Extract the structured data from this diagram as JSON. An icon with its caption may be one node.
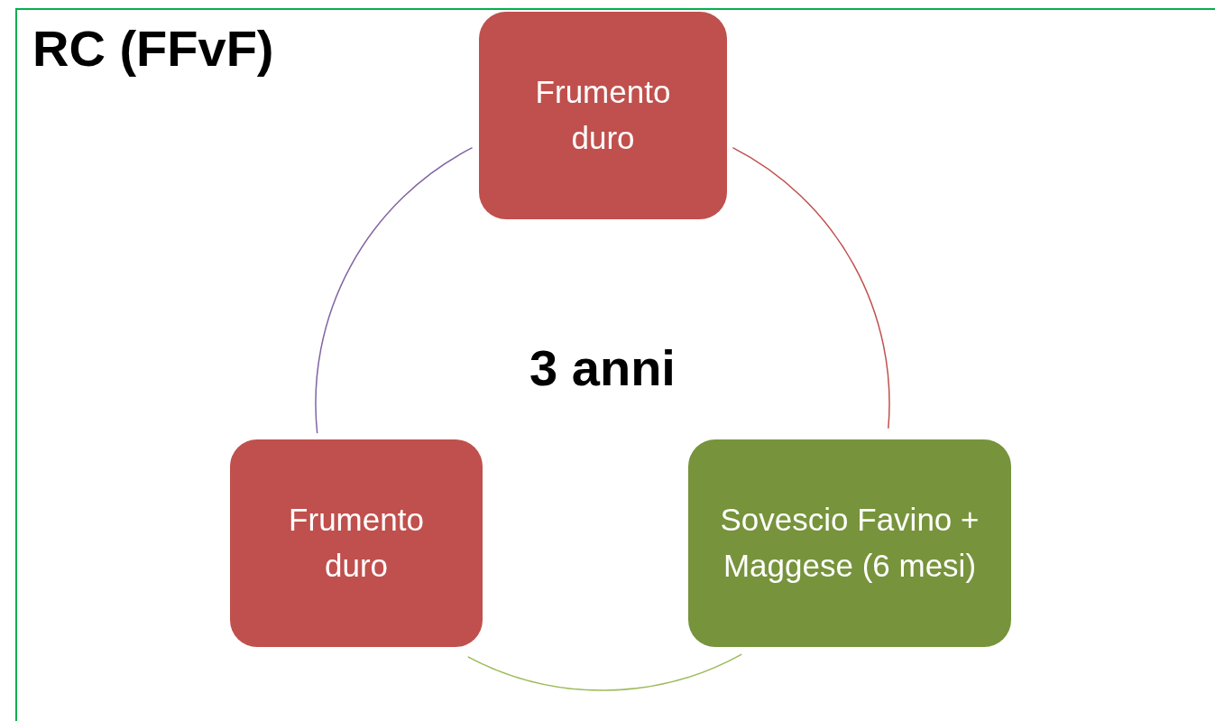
{
  "diagram": {
    "title": "RC (FFvF)",
    "nodes": [
      {
        "text": [
          "Frumento duro"
        ]
      },
      {
        "text": [
          "Sovescio Favino + Maggese (6 mesi)"
        ]
      },
      {
        "text": [
          "Frumento duro"
        ]
      }
    ],
    "edges": [
      {
        "from": 0,
        "to": 1,
        "arrow": "none",
        "color": "#c0504d"
      },
      {
        "from": 1,
        "to": 2,
        "arrow": "none",
        "color": "#9bbb59"
      },
      {
        "from": 2,
        "to": 0,
        "arrow": "none",
        "color": "#8064a2"
      }
    ],
    "labels": [
      "3 anni"
    ]
  }
}
